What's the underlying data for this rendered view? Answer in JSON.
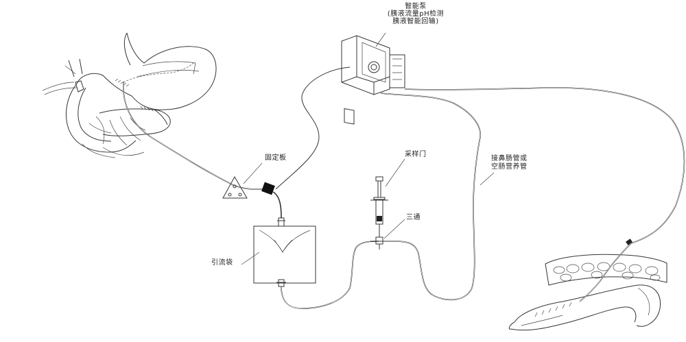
{
  "labels": {
    "pump_line1": "智能泵",
    "pump_line2": "(胰液流量pH检测",
    "pump_line3": "胰液智能回输)",
    "fixing_plate": "固定板",
    "sampling_port": "采样门",
    "three_way": "三通",
    "drainage_bag": "引流袋",
    "jejunal_tube_line1": "接鼻肠管或",
    "jejunal_tube_line2": "空肠营养管"
  },
  "colors": {
    "line": "#333333",
    "background": "#ffffff",
    "clamp": "#111111"
  }
}
